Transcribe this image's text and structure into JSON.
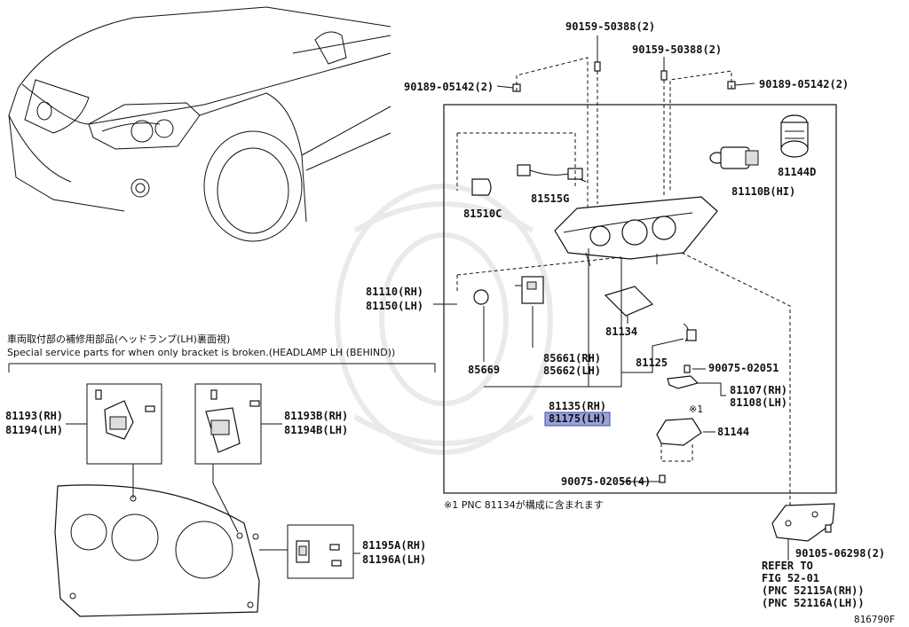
{
  "figure_id": "816790F",
  "labels": {
    "p90159a": "90159-50388(2)",
    "p90159b": "90159-50388(2)",
    "p90189a": "90189-05142(2)",
    "p90189b": "90189-05142(2)",
    "p81144d": "81144D",
    "p81110b": "81110B(HI)",
    "p81515g": "81515G",
    "p81510c": "81510C",
    "p81110": "81110(RH)",
    "p81150": "81150(LH)",
    "p81134": "81134",
    "p81125": "81125",
    "p90075a": "90075-02051",
    "p85661": "85661(RH)",
    "p85662": "85662(LH)",
    "p85669": "85669",
    "p81135": "81135(RH)",
    "p81175": "81175(LH)",
    "p81107": "81107(RH)",
    "p81108": "81108(LH)",
    "mark1": "※1",
    "p81144": "81144",
    "p90075b": "90075-02056(4)",
    "note": "※1 PNC 81134が構成に含まれます",
    "p81193": "81193(RH)",
    "p81194": "81194(LH)",
    "p81193b": "81193B(RH)",
    "p81194b": "81194B(LH)",
    "p81195a": "81195A(RH)",
    "p81196a": "81196A(LH)",
    "p90105": "90105-06298(2)",
    "refer1": "REFER TO",
    "refer2": "FIG 52-01",
    "refer3": "(PNC 52115A(RH))",
    "refer4": "(PNC 52116A(LH))",
    "service_jp": "車両取付部の補修用部品(ヘッドランプ(LH)裏面視)",
    "service_en": "Special service parts for when only bracket is broken.(HEADLAMP LH (BEHIND))"
  },
  "highlight": "81175(LH)",
  "colors": {
    "highlight_fill": "#9aa3d8",
    "highlight_stroke": "#3a4bb0"
  }
}
